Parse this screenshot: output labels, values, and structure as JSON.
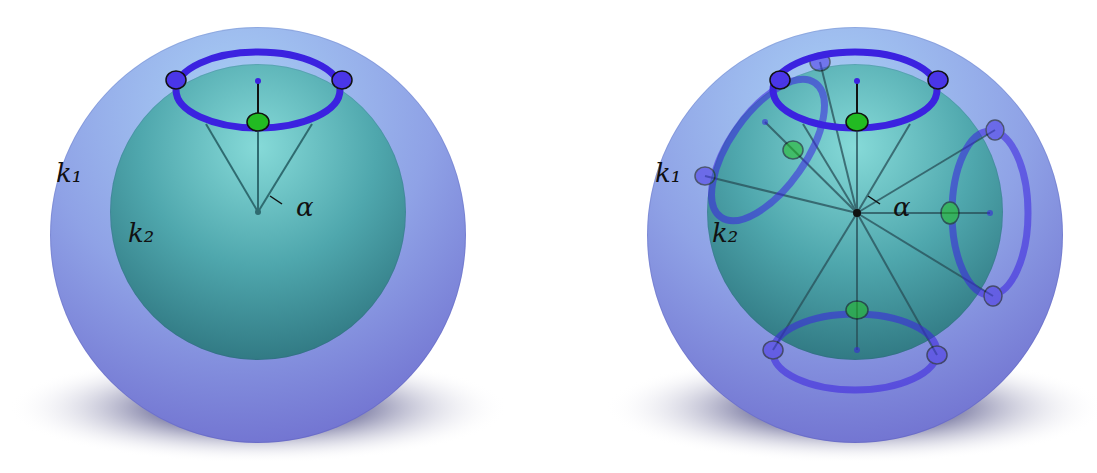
{
  "diagram": {
    "nodes": [
      {
        "text": [
          "k₁"
        ]
      },
      {
        "text": [
          "k₂"
        ],
        "in": 0
      },
      {
        "text": [
          "k₁"
        ]
      },
      {
        "text": [
          "k₂"
        ],
        "in": 2
      }
    ],
    "labels": [
      "α",
      "α"
    ]
  }
}
